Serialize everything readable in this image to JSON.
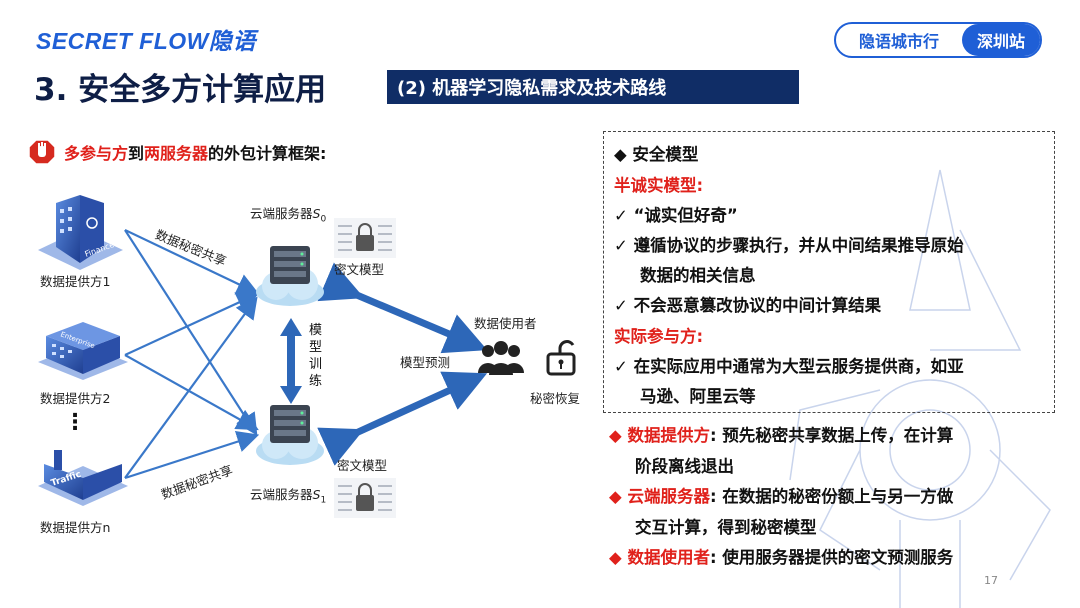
{
  "header": {
    "logo": "SECRET FLOW隐语",
    "city_badge": {
      "left": "隐语城市行",
      "right": "深圳站"
    },
    "page_title": "3. 安全多方计算应用",
    "section_title": "(2) 机器学习隐私需求及技术路线"
  },
  "framework": {
    "p1": "多参与方",
    "p2": "到",
    "p3": "两服务器",
    "p4": "的外包计算框架:"
  },
  "diagram": {
    "providers": [
      "数据提供方1",
      "数据提供方2",
      "数据提供方n"
    ],
    "building_labels": [
      "Finance",
      "Enterprise",
      "Traffic"
    ],
    "ellipsis": "⋮",
    "server_top": "云端服务器",
    "server_bottom": "云端服务器",
    "s0": "S",
    "s0_sub": "0",
    "s1": "S",
    "s1_sub": "1",
    "model_top": "密文模型",
    "model_bottom": "密文模型",
    "share_top": "数据秘密共享",
    "share_bottom": "数据秘密共享",
    "training": [
      "模",
      "型",
      "训",
      "练"
    ],
    "prediction": "模型预测",
    "user": "数据使用者",
    "recover": "秘密恢复"
  },
  "security": {
    "title": "◆ 安全模型",
    "semi_honest": "半诚实模型:",
    "items1": [
      "✓ “诚实但好奇”",
      "✓ 遵循协议的步骤执行，并从中间结果推导原始",
      "数据的相关信息",
      "✓ 不会恶意篡改协议的中间计算结果"
    ],
    "actual": "实际参与方:",
    "items2": [
      "✓ 在实际应用中通常为大型云服务提供商，如亚",
      "马逊、阿里云等"
    ]
  },
  "roles": [
    {
      "diamond": "◆",
      "name": "数据提供方",
      "text": ": 预先秘密共享数据上传，在计算",
      "cont": "阶段离线退出"
    },
    {
      "diamond": "◆",
      "name": "云端服务器",
      "text": ": 在数据的秘密份额上与另一方做",
      "cont": "交互计算，得到秘密模型"
    },
    {
      "diamond": "◆",
      "name": "数据使用者",
      "text": ": 使用服务器提供的密文预测服务",
      "cont": ""
    }
  ],
  "page_number": "17",
  "colors": {
    "accent": "#1f5fd6",
    "navy": "#102d66",
    "red": "#e0211b"
  }
}
